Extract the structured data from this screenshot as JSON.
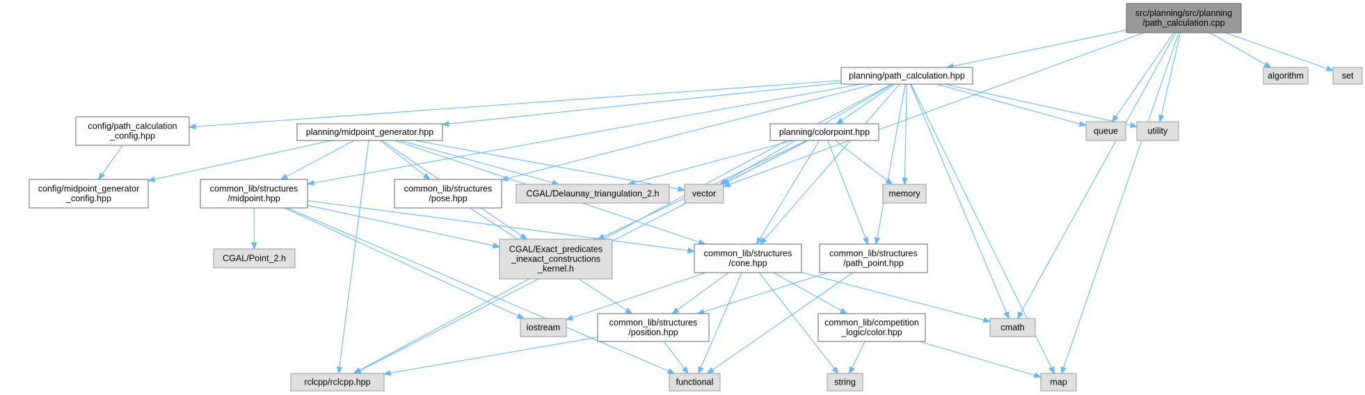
{
  "colors": {
    "edge": "#63b8ff",
    "root_fill": "#999999",
    "local_fill": "#ffffff",
    "external_fill": "#e0e0e0",
    "border": "#666666",
    "text": "#000000"
  },
  "nodes": [
    {
      "id": "root",
      "kind": "root",
      "lines": [
        "src/planning/src/planning",
        "/path_calculation.cpp"
      ]
    },
    {
      "id": "path_calc_hpp",
      "kind": "local",
      "lines": [
        "planning/path_calculation.hpp"
      ]
    },
    {
      "id": "algorithm",
      "kind": "external",
      "lines": [
        "algorithm"
      ]
    },
    {
      "id": "set",
      "kind": "external",
      "lines": [
        "set"
      ]
    },
    {
      "id": "queue",
      "kind": "external",
      "lines": [
        "queue"
      ]
    },
    {
      "id": "utility",
      "kind": "external",
      "lines": [
        "utility"
      ]
    },
    {
      "id": "path_calc_config",
      "kind": "local",
      "lines": [
        "config/path_calculation",
        "_config.hpp"
      ]
    },
    {
      "id": "midpoint_gen",
      "kind": "local",
      "lines": [
        "planning/midpoint_generator.hpp"
      ]
    },
    {
      "id": "colorpoint",
      "kind": "local",
      "lines": [
        "planning/colorpoint.hpp"
      ]
    },
    {
      "id": "midpoint_gen_config",
      "kind": "local",
      "lines": [
        "config/midpoint_generator",
        "_config.hpp"
      ]
    },
    {
      "id": "midpoint",
      "kind": "local",
      "lines": [
        "common_lib/structures",
        "/midpoint.hpp"
      ]
    },
    {
      "id": "pose",
      "kind": "local",
      "lines": [
        "common_lib/structures",
        "/pose.hpp"
      ]
    },
    {
      "id": "delaunay",
      "kind": "external",
      "lines": [
        "CGAL/Delaunay_triangulation_2.h"
      ]
    },
    {
      "id": "vector",
      "kind": "external",
      "lines": [
        "vector"
      ]
    },
    {
      "id": "memory",
      "kind": "external",
      "lines": [
        "memory"
      ]
    },
    {
      "id": "point2",
      "kind": "external",
      "lines": [
        "CGAL/Point_2.h"
      ]
    },
    {
      "id": "exact_pred",
      "kind": "external",
      "lines": [
        "CGAL/Exact_predicates",
        "_inexact_constructions",
        "_kernel.h"
      ]
    },
    {
      "id": "cone",
      "kind": "local",
      "lines": [
        "common_lib/structures",
        "/cone.hpp"
      ]
    },
    {
      "id": "path_point",
      "kind": "local",
      "lines": [
        "common_lib/structures",
        "/path_point.hpp"
      ]
    },
    {
      "id": "iostream",
      "kind": "external",
      "lines": [
        "iostream"
      ]
    },
    {
      "id": "position",
      "kind": "local",
      "lines": [
        "common_lib/structures",
        "/position.hpp"
      ]
    },
    {
      "id": "color",
      "kind": "local",
      "lines": [
        "common_lib/competition",
        "_logic/color.hpp"
      ]
    },
    {
      "id": "cmath",
      "kind": "external",
      "lines": [
        "cmath"
      ]
    },
    {
      "id": "rclcpp",
      "kind": "external",
      "lines": [
        "rclcpp/rclcpp.hpp"
      ]
    },
    {
      "id": "functional",
      "kind": "external",
      "lines": [
        "functional"
      ]
    },
    {
      "id": "string",
      "kind": "external",
      "lines": [
        "string"
      ]
    },
    {
      "id": "map",
      "kind": "external",
      "lines": [
        "map"
      ]
    }
  ],
  "edges": [
    [
      "root",
      "path_calc_hpp"
    ],
    [
      "root",
      "algorithm"
    ],
    [
      "root",
      "set"
    ],
    [
      "root",
      "queue"
    ],
    [
      "root",
      "utility"
    ],
    [
      "root",
      "cmath"
    ],
    [
      "root",
      "map"
    ],
    [
      "root",
      "vector"
    ],
    [
      "path_calc_hpp",
      "path_calc_config"
    ],
    [
      "path_calc_hpp",
      "midpoint_gen"
    ],
    [
      "path_calc_hpp",
      "colorpoint"
    ],
    [
      "path_calc_hpp",
      "midpoint"
    ],
    [
      "path_calc_hpp",
      "pose"
    ],
    [
      "path_calc_hpp",
      "vector"
    ],
    [
      "path_calc_hpp",
      "memory"
    ],
    [
      "path_calc_hpp",
      "cone"
    ],
    [
      "path_calc_hpp",
      "path_point"
    ],
    [
      "path_calc_hpp",
      "queue"
    ],
    [
      "path_calc_hpp",
      "utility"
    ],
    [
      "path_calc_hpp",
      "cmath"
    ],
    [
      "path_calc_hpp",
      "map"
    ],
    [
      "path_calc_hpp",
      "rclcpp"
    ],
    [
      "path_calc_config",
      "midpoint_gen_config"
    ],
    [
      "midpoint_gen",
      "midpoint_gen_config"
    ],
    [
      "midpoint_gen",
      "midpoint"
    ],
    [
      "midpoint_gen",
      "pose"
    ],
    [
      "midpoint_gen",
      "delaunay"
    ],
    [
      "midpoint_gen",
      "vector"
    ],
    [
      "midpoint_gen",
      "exact_pred"
    ],
    [
      "midpoint_gen",
      "cone"
    ],
    [
      "midpoint_gen",
      "rclcpp"
    ],
    [
      "colorpoint",
      "delaunay"
    ],
    [
      "colorpoint",
      "vector"
    ],
    [
      "colorpoint",
      "memory"
    ],
    [
      "colorpoint",
      "exact_pred"
    ],
    [
      "colorpoint",
      "cone"
    ],
    [
      "colorpoint",
      "path_point"
    ],
    [
      "colorpoint",
      "rclcpp"
    ],
    [
      "midpoint",
      "point2"
    ],
    [
      "midpoint",
      "exact_pred"
    ],
    [
      "midpoint",
      "cone"
    ],
    [
      "midpoint",
      "iostream"
    ],
    [
      "midpoint",
      "functional"
    ],
    [
      "pose",
      "position"
    ],
    [
      "cone",
      "iostream"
    ],
    [
      "cone",
      "position"
    ],
    [
      "cone",
      "color"
    ],
    [
      "cone",
      "cmath"
    ],
    [
      "cone",
      "functional"
    ],
    [
      "cone",
      "string"
    ],
    [
      "path_point",
      "position"
    ],
    [
      "path_point",
      "functional"
    ],
    [
      "position",
      "rclcpp"
    ],
    [
      "position",
      "functional"
    ],
    [
      "color",
      "string"
    ],
    [
      "color",
      "map"
    ]
  ]
}
